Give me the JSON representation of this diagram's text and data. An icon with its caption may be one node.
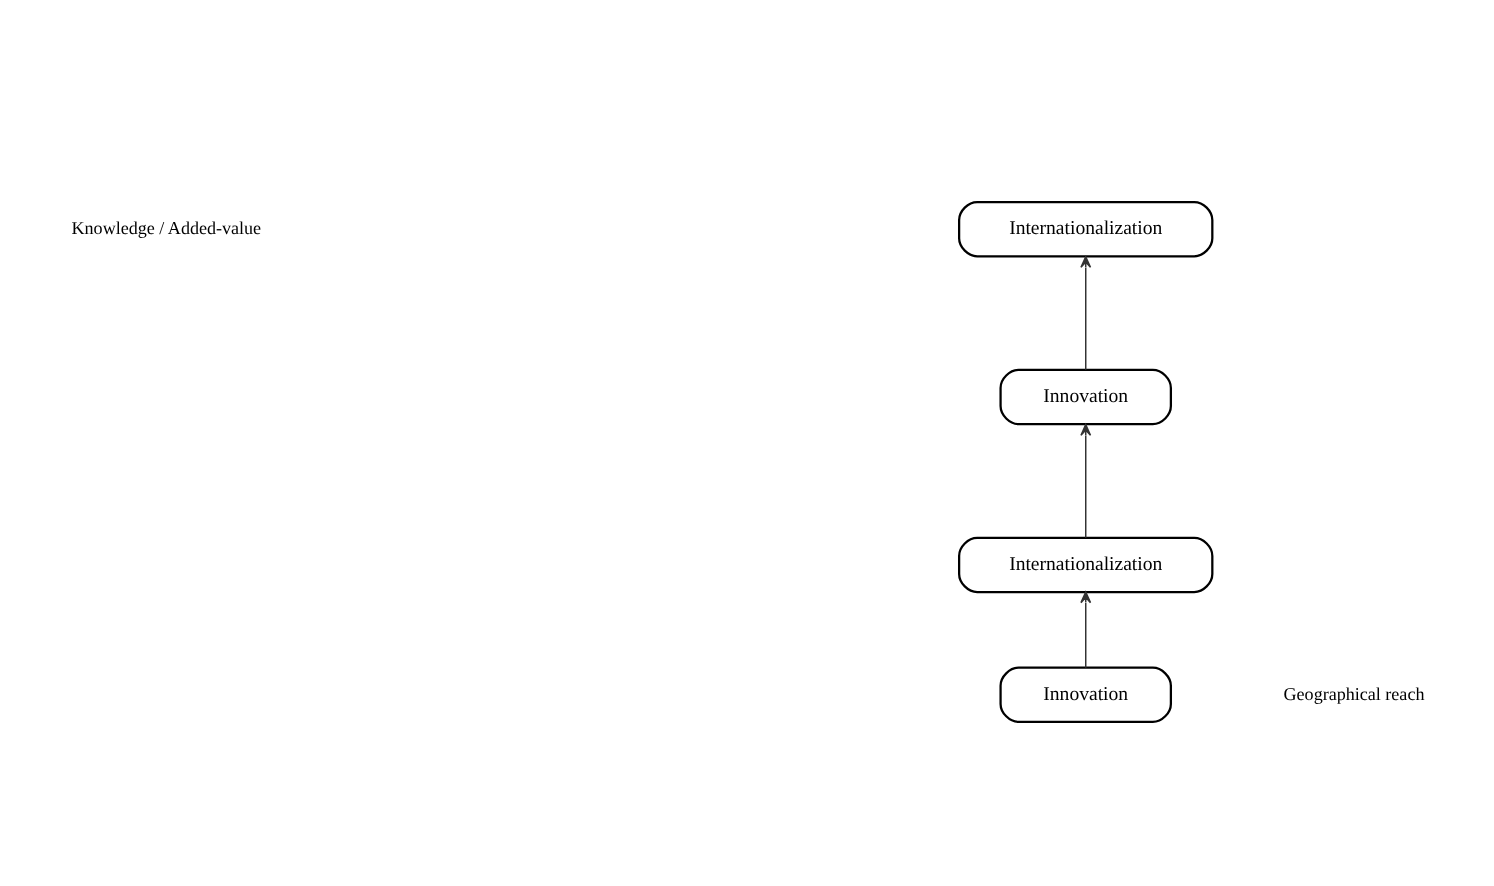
{
  "diagram": {
    "nodes": [
      {
        "text": [
          "Innovation"
        ]
      },
      {
        "text": [
          "Internationalization"
        ]
      },
      {
        "text": [
          "Innovation"
        ]
      },
      {
        "text": [
          "Internationalization"
        ]
      }
    ],
    "edges": [
      {
        "from": 0,
        "to": 1,
        "arrow": "to"
      },
      {
        "from": 1,
        "to": 2,
        "arrow": "to"
      },
      {
        "from": 2,
        "to": 3,
        "arrow": "to"
      }
    ],
    "labels": [
      "Knowledge / Added-value",
      "Geographical reach"
    ]
  }
}
